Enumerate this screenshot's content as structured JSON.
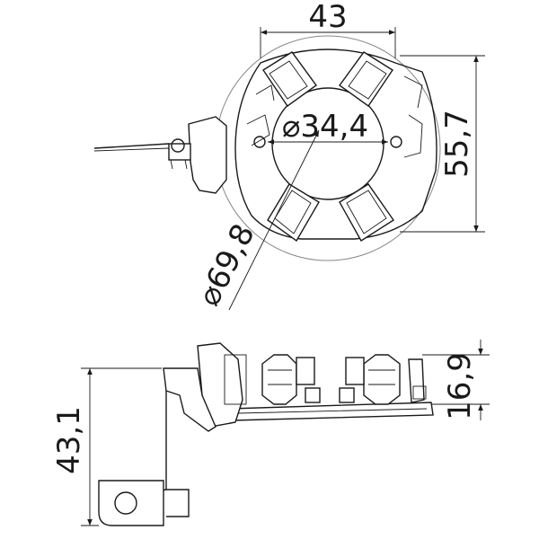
{
  "dimensions": {
    "top_width": "43",
    "inner_diameter": "⌀34,4",
    "outer_diameter": "⌀69,8",
    "top_height": "55,7",
    "side_height": "16,9",
    "side_total": "43,1"
  },
  "colors": {
    "line": "#1a1a1a",
    "outline_circle": "#888888",
    "background": "#ffffff"
  }
}
